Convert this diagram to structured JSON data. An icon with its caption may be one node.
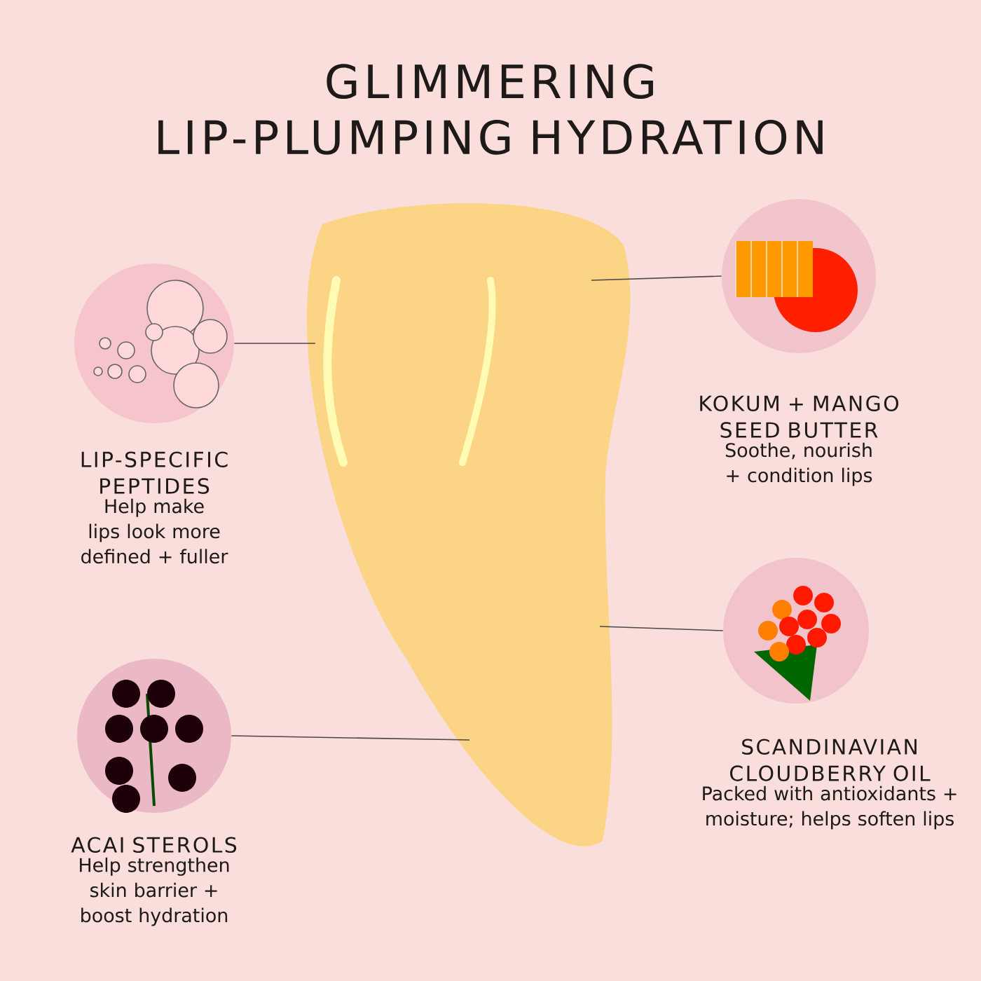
{
  "diagram": {
    "title": "GLIMMERING LIP-PLUMPING HYDRATION",
    "nodes": [
      {
        "text": [],
        "shape": "picture"
      },
      {
        "text": [
          "LIP-SPECIFIC PEPTIDES",
          "Help make lips look more defined + fuller"
        ]
      },
      {
        "text": [
          "KOKUM + MANGO SEED BUTTER",
          "Soothe, nourish + condition lips"
        ]
      },
      {
        "text": [
          "SCANDINAVIAN CLOUDBERRY OIL",
          "Packed with  antioxidants + moisture; helps soften lips"
        ]
      },
      {
        "text": [
          "ACAI STEROLS",
          "Help strengthen skin barrier + boost hydration"
        ]
      }
    ],
    "edges": [
      {
        "from": 1,
        "to": 0,
        "arrow": "none"
      },
      {
        "from": 2,
        "to": 0,
        "arrow": "none"
      },
      {
        "from": 3,
        "to": 0,
        "arrow": "none"
      },
      {
        "from": 4,
        "to": 0,
        "arrow": "none"
      }
    ]
  }
}
